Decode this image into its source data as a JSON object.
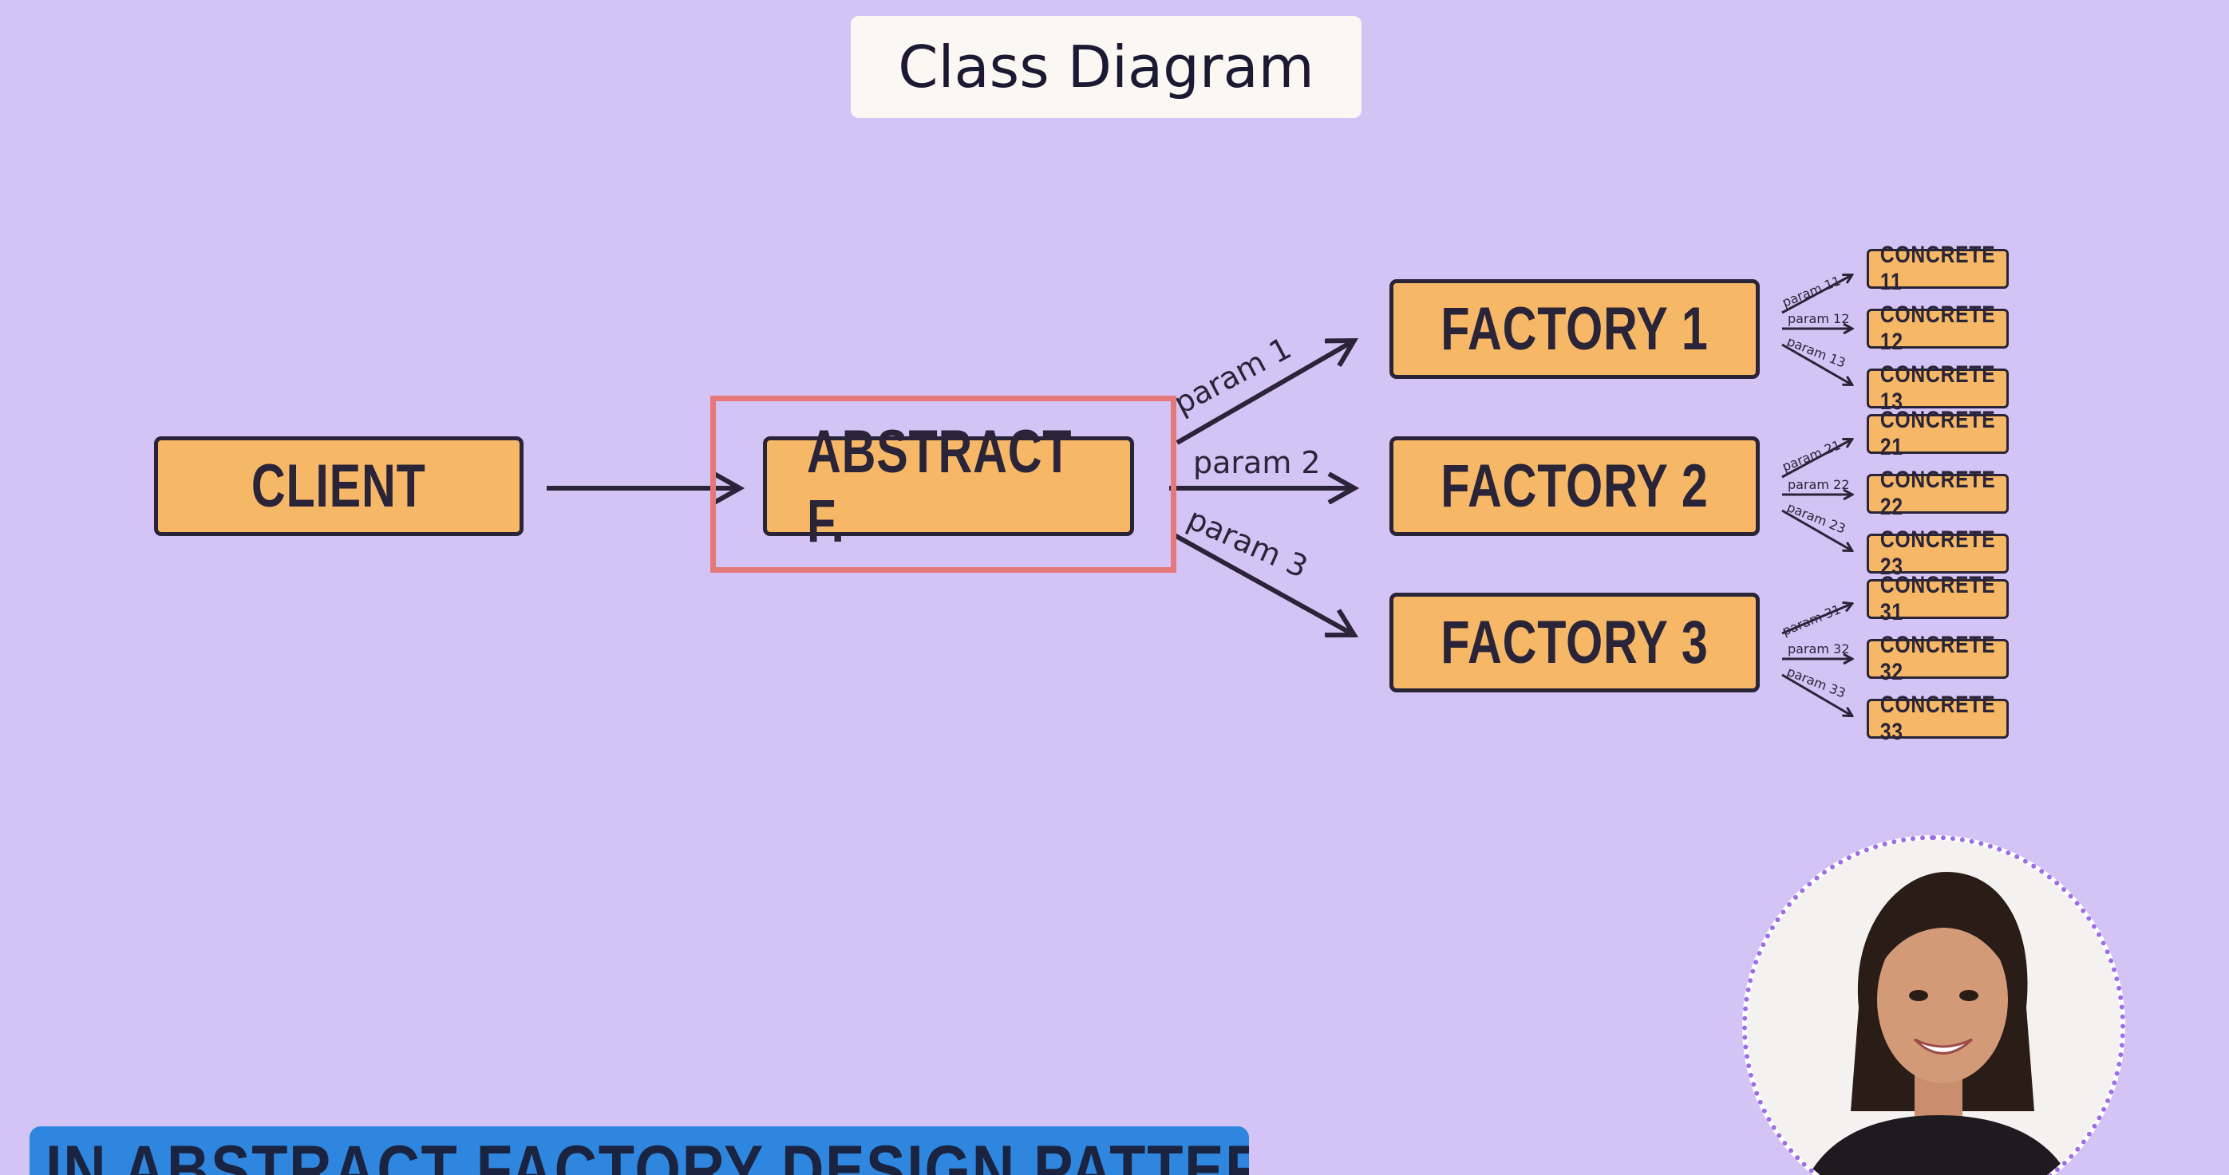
{
  "title": "Class Diagram",
  "nodes": {
    "client": "CLIENT",
    "abstract_factory": "ABSTRACT F.",
    "factories": [
      "FACTORY 1",
      "FACTORY 2",
      "FACTORY 3"
    ],
    "concretes": [
      [
        "CONCRETE 11",
        "CONCRETE 12",
        "CONCRETE 13"
      ],
      [
        "CONCRETE 21",
        "CONCRETE 22",
        "CONCRETE 23"
      ],
      [
        "CONCRETE 31",
        "CONCRETE 32",
        "CONCRETE 33"
      ]
    ]
  },
  "edges": {
    "factory_params": [
      "param 1",
      "param 2",
      "param 3"
    ],
    "concrete_params": [
      [
        "param 11",
        "param 12",
        "param 13"
      ],
      [
        "param 21",
        "param 22",
        "param 23"
      ],
      [
        "param 31",
        "param 32",
        "param 33"
      ]
    ]
  },
  "banner": {
    "text": "IN ABSTRACT FACTORY DESIGN PATTERN"
  },
  "colors": {
    "background": "#d4c4f5",
    "box_fill": "#f6b866",
    "box_border": "#2a2438",
    "highlight": "#e5797a",
    "banner": "#2e86de",
    "avatar_ring": "#9b6ee8"
  },
  "icons": {
    "presenter": "presenter-avatar"
  }
}
